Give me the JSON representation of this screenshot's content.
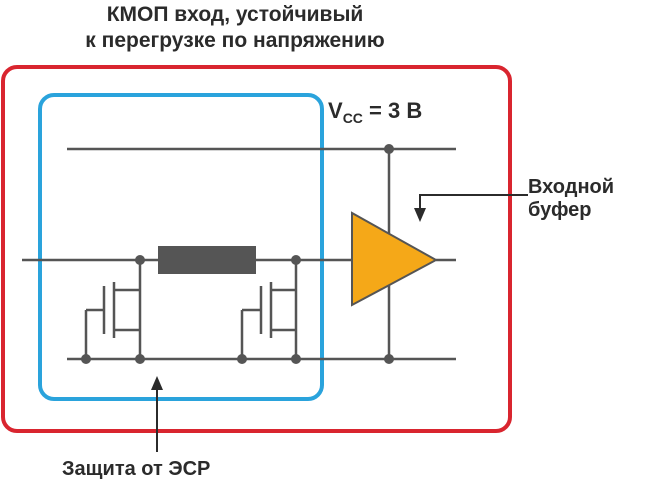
{
  "title_line1": "КМОП вход, устойчивый",
  "title_line2": "к перегрузке по напряжению",
  "vcc": {
    "prefix": "V",
    "sub": "CC",
    "suffix": " = 3 В"
  },
  "buffer_label_line1": "Входной",
  "buffer_label_line2": "буфер",
  "esr_label": "Защита от ЭСР",
  "colors": {
    "outer_frame": "#d9252f",
    "esr_frame": "#2aa3dc",
    "buffer": "#f5a818",
    "wire": "#555555",
    "text": "#2b2b2b"
  }
}
